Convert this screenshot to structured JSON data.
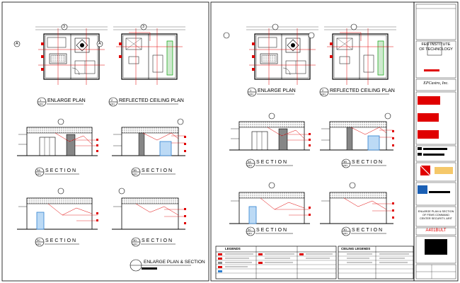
{
  "left_sheet": {
    "enlarge_plan_title": "ENLARGE PLAN",
    "reflected_ceiling_title": "REFLECTED CEILING PLAN",
    "section_title": "SECTION",
    "sheet_title": "ENLARGE PLAN & SECTION",
    "grid_3": "3",
    "grid_a": "A",
    "tags": [
      {
        "num": "1",
        "sheet": "A401"
      },
      {
        "num": "2",
        "sheet": "A401"
      },
      {
        "num": "3A",
        "sheet": "A401"
      },
      {
        "num": "3B",
        "sheet": "A401"
      },
      {
        "num": "3C",
        "sheet": "A401"
      },
      {
        "num": "3D",
        "sheet": "A401"
      }
    ]
  },
  "right_sheet": {
    "enlarge_plan_title": "ENLARGE PLAN",
    "reflected_ceiling_title": "REFLECTED CEILING PLAN",
    "section_title": "SECTION",
    "legends_title": "LEGENDS",
    "ceiling_legends_title": "CEILING LEGENDS",
    "tags": [
      {
        "num": "1",
        "sheet": "A401"
      },
      {
        "num": "2",
        "sheet": "A401"
      },
      {
        "num": "3A",
        "sheet": "A401"
      },
      {
        "num": "3B",
        "sheet": "A401"
      },
      {
        "num": "3C",
        "sheet": "A401"
      },
      {
        "num": "3D",
        "sheet": "A401"
      }
    ]
  },
  "title_block": {
    "institute_line1": "FEU INSTITUTE",
    "institute_line2": "OF TECHNOLOGY",
    "firm": "EPCastro, Inc.",
    "sheet_desc_line1": "ENLARGE PLAN & SECTION",
    "sheet_desc_line2": "OF FEMS COMMAND",
    "sheet_desc_line3": "CENTER SECURITY, ARIT",
    "sheet_number": "A401BULT"
  },
  "colors": {
    "line": "#000000",
    "red": "#e00000",
    "green": "#22aa22",
    "blue": "#2d7fd0"
  }
}
